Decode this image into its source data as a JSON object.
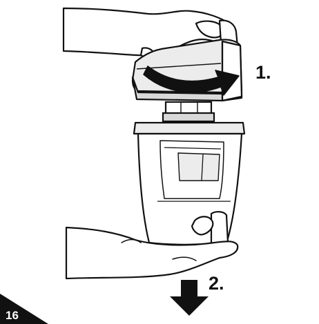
{
  "steps": {
    "step1": "1.",
    "step2": "2."
  },
  "page_number": "16",
  "colors": {
    "ink": "#111111",
    "paper": "#ffffff",
    "shade": "#d9d9d9",
    "light_shade": "#ececec"
  },
  "icons": {
    "rotate_arrow": "curved-arrow-icon",
    "pull_down_arrow": "arrow-down-icon"
  }
}
